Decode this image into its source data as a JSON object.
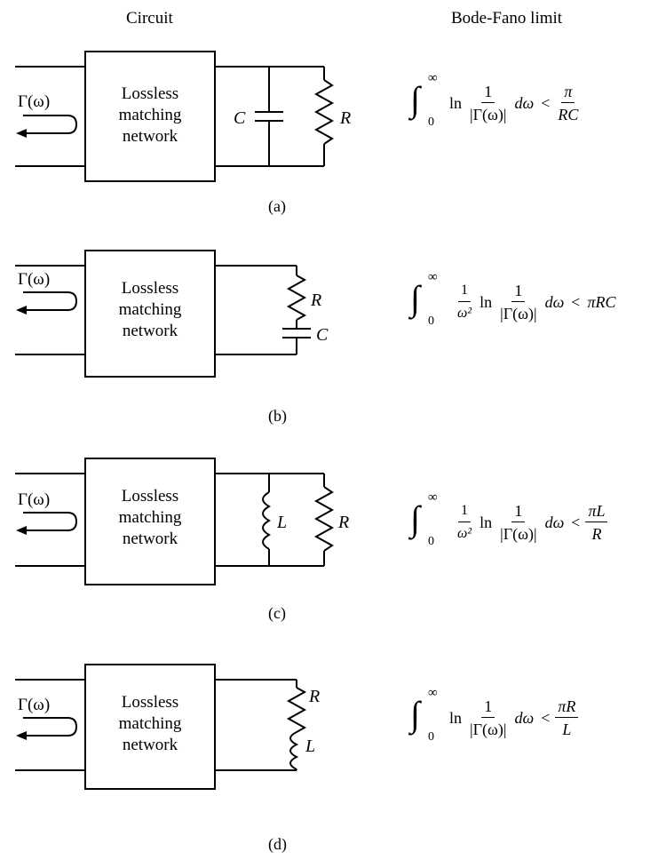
{
  "headers": {
    "circuit": "Circuit",
    "limit": "Bode-Fano limit"
  },
  "box": {
    "line1": "Lossless",
    "line2": "matching",
    "line3": "network"
  },
  "gamma_label": "Γ(ω)",
  "panels": [
    {
      "id": "a",
      "caption": "(a)",
      "topology": "parallel RC",
      "labels": {
        "c": "C",
        "r": "R"
      },
      "formula": {
        "upper": "∞",
        "lower": "0",
        "ln": "ln",
        "num": "1",
        "den": "|Γ(ω)|",
        "dw": "dω",
        "lt": "<",
        "rhs_num": "π",
        "rhs_den": "RC"
      }
    },
    {
      "id": "b",
      "caption": "(b)",
      "topology": "series RC",
      "labels": {
        "r": "R",
        "c": "C"
      },
      "formula": {
        "upper": "∞",
        "lower": "0",
        "w_num": "1",
        "w_den": "ω²",
        "ln": "ln",
        "num": "1",
        "den": "|Γ(ω)|",
        "dw": "dω",
        "lt": "<",
        "rhs": "πRC"
      }
    },
    {
      "id": "c",
      "caption": "(c)",
      "topology": "parallel RL",
      "labels": {
        "l": "L",
        "r": "R"
      },
      "formula": {
        "upper": "∞",
        "lower": "0",
        "w_num": "1",
        "w_den": "ω²",
        "ln": "ln",
        "num": "1",
        "den": "|Γ(ω)|",
        "dw": "dω",
        "lt": "<",
        "rhs_num": "πL",
        "rhs_den": "R"
      }
    },
    {
      "id": "d",
      "caption": "(d)",
      "topology": "series RL",
      "labels": {
        "r": "R",
        "l": "L"
      },
      "formula": {
        "upper": "∞",
        "lower": "0",
        "ln": "ln",
        "num": "1",
        "den": "|Γ(ω)|",
        "dw": "dω",
        "lt": "<",
        "rhs_num": "πR",
        "rhs_den": "L"
      }
    }
  ]
}
